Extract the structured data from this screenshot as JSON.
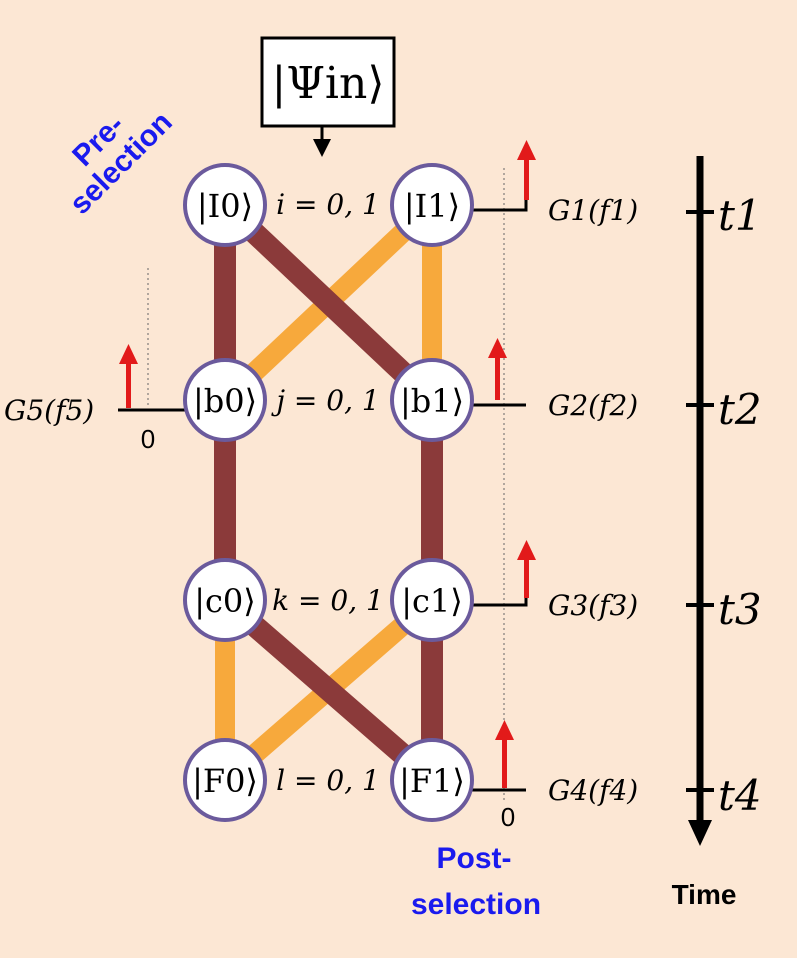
{
  "colors": {
    "background": "#fce7d4",
    "dark_edge": "#8b3a3a",
    "light_edge": "#f7a93c",
    "node_fill": "#ffffff",
    "node_ring": "#6b5a9c",
    "arrow_red": "#e21a1a",
    "label_blue": "#1a1aee",
    "ink": "#000000"
  },
  "input_box": {
    "label": "|Ψin⟩"
  },
  "nodes": {
    "I0": "|I0⟩",
    "I1": "|I1⟩",
    "b0": "|b0⟩",
    "b1": "|b1⟩",
    "c0": "|c0⟩",
    "c1": "|c1⟩",
    "F0": "|F0⟩",
    "F1": "|F1⟩"
  },
  "index_labels": {
    "i": "i = 0, 1",
    "j": "j = 0, 1",
    "k": "k = 0, 1",
    "l": "l = 0, 1"
  },
  "gates": {
    "G1": "G1(f1)",
    "G2": "G2(f2)",
    "G3": "G3(f3)",
    "G4": "G4(f4)",
    "G5": "G5(f5)"
  },
  "zeros": {
    "left": "0",
    "bottom": "0"
  },
  "times": {
    "t1": "t1",
    "t2": "t2",
    "t3": "t3",
    "t4": "t4"
  },
  "labels": {
    "pre_line1": "Pre-",
    "pre_line2": "selection",
    "post_line1": "Post-",
    "post_line2": "selection",
    "time": "Time"
  }
}
